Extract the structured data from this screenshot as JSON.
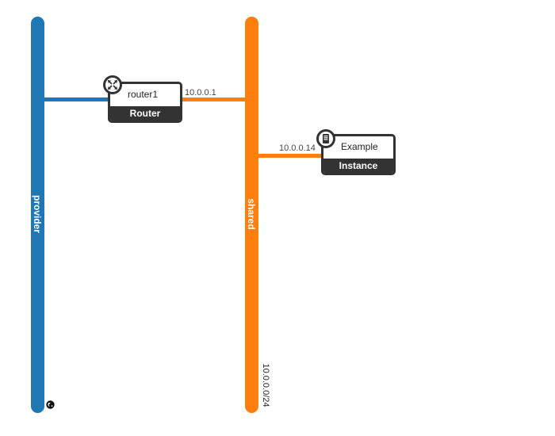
{
  "networks": {
    "provider": {
      "name": "provider",
      "color": "#1f77b4"
    },
    "shared": {
      "name": "shared",
      "color": "#ff7f0e",
      "cidr": "10.0.0.0/24"
    }
  },
  "router": {
    "name": "router1",
    "type": "Router",
    "ip": "10.0.0.1",
    "icon": "router-icon"
  },
  "instance": {
    "name": "Example",
    "type": "Instance",
    "ip": "10.0.0.14",
    "icon": "server-icon"
  },
  "external_icon": "globe-icon"
}
